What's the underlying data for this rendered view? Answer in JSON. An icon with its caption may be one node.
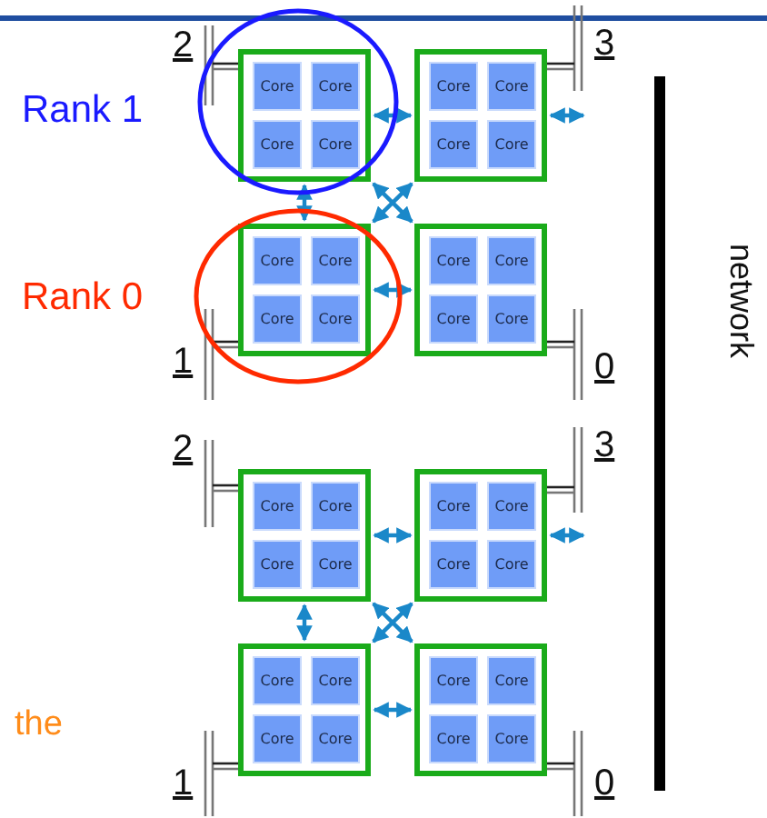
{
  "diagram": {
    "nodes": [
      {
        "text": [],
        "shape": "box"
      },
      {
        "text": [
          "Core"
        ],
        "in": 0
      },
      {
        "text": [
          "Core"
        ],
        "in": 0
      },
      {
        "text": [
          "Core"
        ],
        "in": 0
      },
      {
        "text": [
          "Core"
        ],
        "in": 0
      },
      {
        "text": [],
        "shape": "box"
      },
      {
        "text": [
          "Core"
        ],
        "in": 5
      },
      {
        "text": [
          "Core"
        ],
        "in": 5
      },
      {
        "text": [
          "Core"
        ],
        "in": 5
      },
      {
        "text": [
          "Core"
        ],
        "in": 5
      },
      {
        "text": [],
        "shape": "box"
      },
      {
        "text": [
          "Core"
        ],
        "in": 10
      },
      {
        "text": [
          "Core"
        ],
        "in": 10
      },
      {
        "text": [
          "Core"
        ],
        "in": 10
      },
      {
        "text": [
          "Core"
        ],
        "in": 10
      },
      {
        "text": [],
        "shape": "box"
      },
      {
        "text": [
          "Core"
        ],
        "in": 15
      },
      {
        "text": [
          "Core"
        ],
        "in": 15
      },
      {
        "text": [
          "Core"
        ],
        "in": 15
      },
      {
        "text": [
          "Core"
        ],
        "in": 15
      },
      {
        "text": [],
        "shape": "box"
      },
      {
        "text": [
          "Core"
        ],
        "in": 20
      },
      {
        "text": [
          "Core"
        ],
        "in": 20
      },
      {
        "text": [
          "Core"
        ],
        "in": 20
      },
      {
        "text": [
          "Core"
        ],
        "in": 20
      },
      {
        "text": [],
        "shape": "box"
      },
      {
        "text": [
          "Core"
        ],
        "in": 25
      },
      {
        "text": [
          "Core"
        ],
        "in": 25
      },
      {
        "text": [
          "Core"
        ],
        "in": 25
      },
      {
        "text": [
          "Core"
        ],
        "in": 25
      },
      {
        "text": [],
        "shape": "box"
      },
      {
        "text": [
          "Core"
        ],
        "in": 30
      },
      {
        "text": [
          "Core"
        ],
        "in": 30
      },
      {
        "text": [
          "Core"
        ],
        "in": 30
      },
      {
        "text": [
          "Core"
        ],
        "in": 30
      },
      {
        "text": [],
        "shape": "box"
      },
      {
        "text": [
          "Core"
        ],
        "in": 35
      },
      {
        "text": [
          "Core"
        ],
        "in": 35
      },
      {
        "text": [
          "Core"
        ],
        "in": 35
      },
      {
        "text": [
          "Core"
        ],
        "in": 35
      }
    ],
    "edges": [
      {
        "from": 0,
        "to": 5,
        "arrow": "both"
      },
      {
        "from": 5,
        "to": null,
        "arrow": "both"
      },
      {
        "from": 0,
        "to": 10,
        "arrow": "both"
      },
      {
        "from": 0,
        "to": 15,
        "arrow": "both"
      },
      {
        "from": 5,
        "to": 10,
        "arrow": "both"
      },
      {
        "from": 10,
        "to": 15,
        "arrow": "both"
      },
      {
        "from": 20,
        "to": 25,
        "arrow": "both"
      },
      {
        "from": 25,
        "to": null,
        "arrow": "both"
      },
      {
        "from": 20,
        "to": 30,
        "arrow": "both"
      },
      {
        "from": 20,
        "to": 35,
        "arrow": "both"
      },
      {
        "from": 25,
        "to": 30,
        "arrow": "both"
      },
      {
        "from": 30,
        "to": 35,
        "arrow": "both"
      }
    ],
    "labels": [
      "2",
      "3",
      "Rank 1",
      "Rank 0",
      "1",
      "0",
      "network",
      "2",
      "3",
      "the",
      "1",
      "0"
    ]
  }
}
